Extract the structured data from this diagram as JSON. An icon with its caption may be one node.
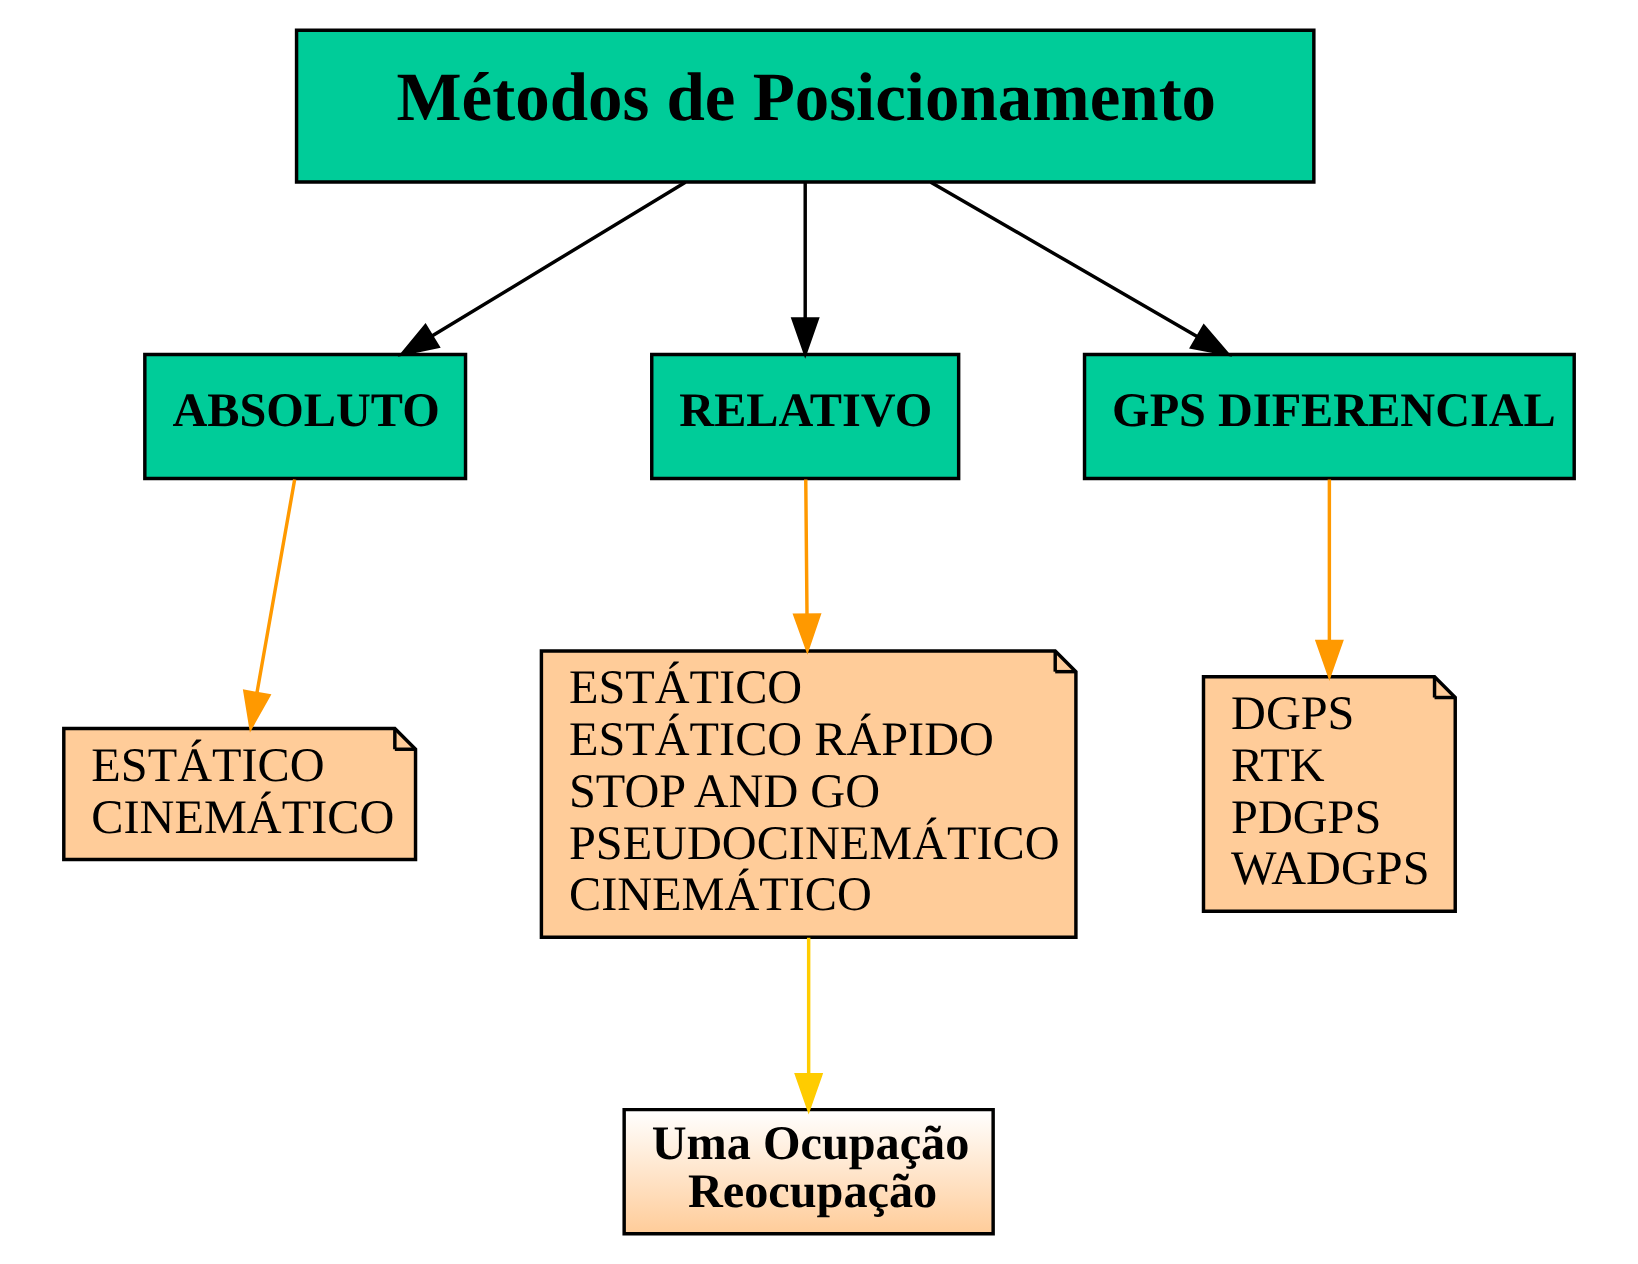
{
  "diagram": {
    "nodes": [
      {
        "text": [
          "Métodos de Posicionamento"
        ]
      },
      {
        "text": [
          "ABSOLUTO"
        ]
      },
      {
        "text": [
          "RELATIVO"
        ]
      },
      {
        "text": [
          "GPS DIFERENCIAL"
        ]
      },
      {
        "text": [
          "ESTÁTICO",
          "CINEMÁTICO"
        ]
      },
      {
        "text": [
          "ESTÁTICO",
          "ESTÁTICO RÁPIDO",
          "STOP AND GO",
          "PSEUDOCINEMÁTICO",
          "CINEMÁTICO"
        ]
      },
      {
        "text": [
          "DGPS",
          "RTK",
          "PDGPS",
          "WADGPS"
        ]
      },
      {
        "text": [
          "Uma Ocupação",
          "Reocupação"
        ]
      }
    ],
    "edges": [
      {
        "from": 0,
        "to": 1,
        "arrow": "to"
      },
      {
        "from": 0,
        "to": 2,
        "arrow": "to"
      },
      {
        "from": 0,
        "to": 3,
        "arrow": "to"
      },
      {
        "from": 1,
        "to": 4,
        "arrow": "to",
        "color": "#ff9900"
      },
      {
        "from": 2,
        "to": 5,
        "arrow": "to",
        "color": "#ff9900"
      },
      {
        "from": 3,
        "to": 6,
        "arrow": "to",
        "color": "#ff9900"
      },
      {
        "from": 5,
        "to": 7,
        "arrow": "to",
        "color": "#ffcc00"
      }
    ]
  }
}
